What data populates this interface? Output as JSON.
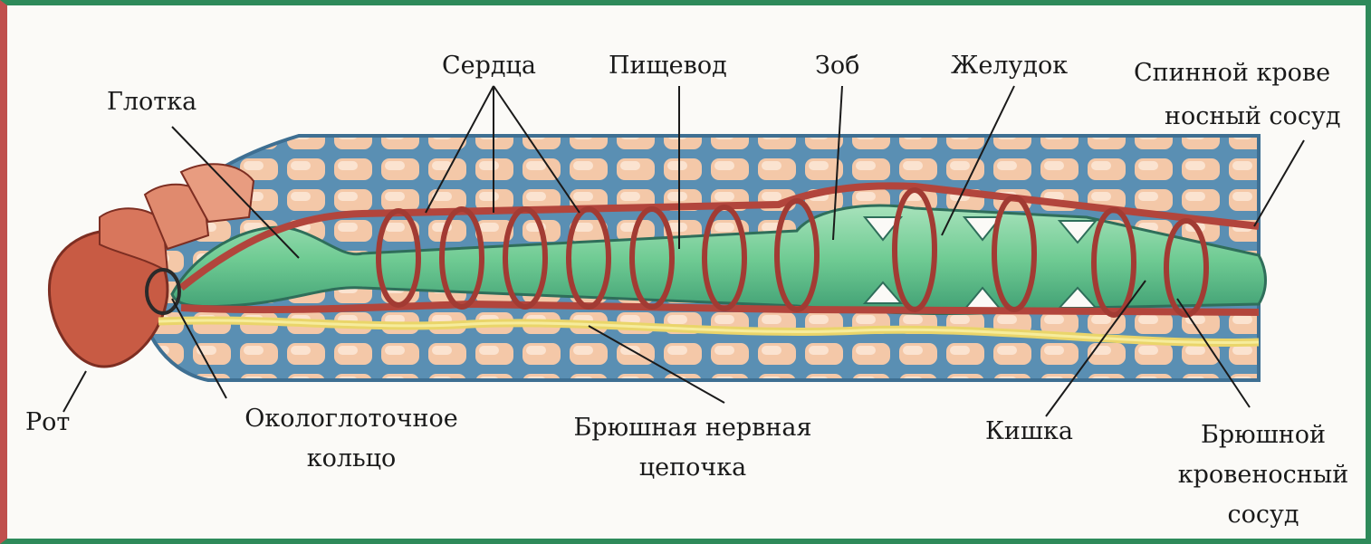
{
  "diagram": {
    "labels": {
      "mouth": "Рот",
      "pharynx": "Глотка",
      "hearts": "Сердца",
      "esophagus": "Пищевод",
      "crop": "Зоб",
      "gizzard": "Желудок",
      "dorsal_vessel_line1": "Спинной крове",
      "dorsal_vessel_line2": "носный сосуд",
      "nerve_ring_line1": "Окологлоточное",
      "nerve_ring_line2": "кольцо",
      "nerve_cord_line1": "Брюшная нервная",
      "nerve_cord_line2": "цепочка",
      "intestine": "Кишка",
      "ventral_vessel_line1": "Брюшной",
      "ventral_vessel_line2": "кровеносный",
      "ventral_vessel_line3": "сосуд"
    },
    "colors": {
      "frame_green": "#2e8a5a",
      "frame_red": "#c0504d",
      "body_grid": "#5a8fb3",
      "segment_fill": "#f4c8a8",
      "gut_green": "#7fcf9a",
      "vessel_red": "#b2453c",
      "nerve_yellow": "#ead56a"
    }
  }
}
